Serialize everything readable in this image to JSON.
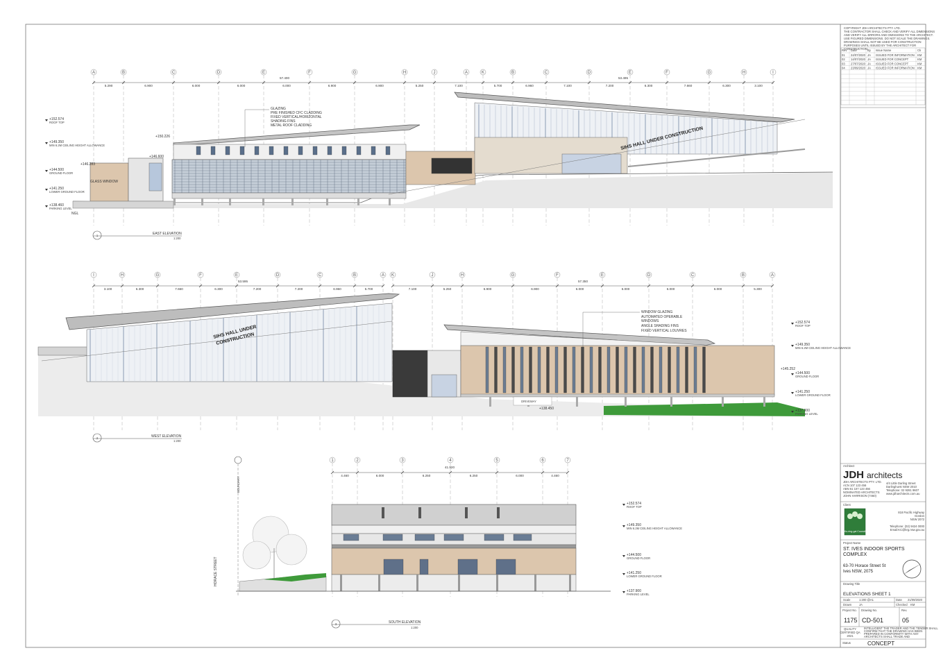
{
  "copyright": [
    "COPYRIGHT JDH ARCHITECTS PTY. LTD.",
    "THE CONTRACTOR SHALL CHECK AND VERIFY ALL DIMENSIONS",
    "AND VERIFY ALL ERRORS AND OMISSIONS TO THE ARCHITECT.",
    "USE FIGURED DIMENSIONS. DO NOT SCALE THE DRAWINGS.",
    "DRAWINGS SHALL NOT BE USED FOR CONSTRUCTION",
    "PURPOSES UNTIL ISSUED BY THE ARCHITECT FOR",
    "CONSTRUCTION."
  ],
  "revision_headers": [
    "Rev",
    "Date",
    "By",
    "Issue Name",
    "Ck"
  ],
  "revisions": [
    [
      "01",
      "24/07/2020",
      "JA",
      "ISSUED FOR INFORMATION",
      "KM"
    ],
    [
      "02",
      "14/07/2020",
      "JA",
      "ISSUED FOR CONCEPT",
      "KM"
    ],
    [
      "03",
      "27/07/2020",
      "JA",
      "ISSUED FOR CONCEPT",
      "KM"
    ],
    [
      "04",
      "23/09/2020",
      "JA",
      "ISSUED FOR INFORMATION",
      "KM"
    ]
  ],
  "east": {
    "grids": [
      "A",
      "B",
      "C",
      "D",
      "E",
      "F",
      "G",
      "H",
      "J",
      "A",
      "K",
      "B",
      "C",
      "D",
      "E",
      "F",
      "G",
      "H",
      "I"
    ],
    "dims": [
      "5.290",
      "6.900",
      "6.000",
      "6.000",
      "6.000",
      "6.900",
      "6.900",
      "5.250",
      "7.100",
      "5.700",
      "6.960",
      "7.100",
      "7.200",
      "6.300",
      "7.660",
      "6.300",
      "3.100"
    ],
    "total_left": "57.400",
    "total_right": "53.495",
    "levels": [
      {
        "value": "+152.574",
        "label": "ROOF TOP"
      },
      {
        "value": "+149.350",
        "label": "MIN 6.2M CEILING HEIGHT ALLOWANCE"
      },
      {
        "value": "+144.500",
        "label": "GROUND FLOOR"
      },
      {
        "value": "+141.250",
        "label": "LOWER GROUND FLOOR"
      },
      {
        "value": "+138.460",
        "label": "PARKING LEVEL"
      }
    ],
    "spot_levels": [
      "+150.226",
      "+146.600",
      "+146.283"
    ],
    "notes": [
      "GLAZING",
      "PRE FINISHED CFC CLADDING",
      "FIXED VERTICAL/HORIZONTAL",
      "SHADING FINS",
      "METAL ROOF CLADDING"
    ],
    "label_glass": "GLASS WINDOW",
    "label_ngl": "NGL",
    "hall": "SIHS HALL UNDER CONSTRUCTION",
    "title": "EAST ELEVATION",
    "scale": "1:200",
    "num": "1"
  },
  "west": {
    "grids_left": [
      "I",
      "H",
      "G",
      "F",
      "E",
      "D",
      "C",
      "B",
      "A"
    ],
    "dims_left": [
      "3.100",
      "6.300",
      "7.660",
      "6.300",
      "7.200",
      "7.200",
      "6.960",
      "5.700"
    ],
    "total_left": "53.595",
    "grids_right": [
      "K",
      "J",
      "H",
      "G",
      "F",
      "E",
      "D",
      "C",
      "B",
      "A"
    ],
    "dims_right": [
      "7.100",
      "5.250",
      "6.900",
      "6.900",
      "6.000",
      "6.000",
      "6.000",
      "6.000",
      "5.300"
    ],
    "total_right": "57.350",
    "notes": [
      "WINDOW GLAZING",
      "AUTOMATED OPERABLE",
      "WINDOWS",
      "ANGLE SHADING FINS",
      "FIXED VERTICAL LOUVRES"
    ],
    "levels": [
      {
        "value": "+152.574",
        "label": "ROOF TOP"
      },
      {
        "value": "+149.350",
        "label": "MIN 6.2M CEILING HEIGHT ALLOWANCE"
      },
      {
        "value": "+144.500",
        "label": "GROUND FLOOR"
      },
      {
        "value": "+141.250",
        "label": "LOWER GROUND FLOOR"
      },
      {
        "value": "+137.900",
        "label": "PARKING LEVEL"
      }
    ],
    "spot_levels": [
      "+145.252",
      "+138.450"
    ],
    "driveway": "DRIVEWAY",
    "hall": [
      "SIHS HALL UNDER",
      "CONSTRUCTION"
    ],
    "title": "WEST ELEVATION",
    "scale": "1:200",
    "num": "2"
  },
  "south": {
    "grids": [
      "1",
      "2",
      "3",
      "4",
      "5",
      "6",
      "7"
    ],
    "dims": [
      "4.460",
      "6.000",
      "6.250",
      "6.250",
      "6.000",
      "4.460"
    ],
    "total": "41.920",
    "boundary": "BOUNDARY",
    "street": "HORACE STREET",
    "levels": [
      {
        "value": "+152.574",
        "label": "ROOF TOP"
      },
      {
        "value": "+149.350",
        "label": "MIN 6.2M CEILING HEIGHT ALLOWANCE"
      },
      {
        "value": "+144.500",
        "label": "GROUND FLOOR"
      },
      {
        "value": "+141.250",
        "label": "LOWER GROUND FLOOR"
      },
      {
        "value": "+137.900",
        "label": "PARKING LEVEL"
      }
    ],
    "title": "SOUTH ELEVATION",
    "scale": "1:200",
    "num": "3"
  },
  "architect": {
    "label": "Architect",
    "logo_bold": "JDH",
    "logo_rest": "architects",
    "company": [
      "JDH ARCHITECTS PTY. LTD.",
      "ACN 107 123 456",
      "ABN 61 107 123 456",
      "NOMINATED ARCHITECTS",
      "JOHN HARRISON (7460)"
    ],
    "address": [
      "4/4 Little Darling Street",
      "Darlinghurst NSW 2010",
      "Telephone: 02 9281 9607",
      "www.jdharchitects.com.au"
    ]
  },
  "client": {
    "label": "Client",
    "org": "Ku-ring-gai Council",
    "address": [
      "818 Pacific Highway",
      "Gordon",
      "NSW 2072"
    ],
    "contact": [
      "Telephone: (02) 9424 0000",
      "Email:KC@krg.nsw.gov.au"
    ]
  },
  "project": {
    "label": "Project Name",
    "name": [
      "ST. IVES INDOOR SPORTS",
      "COMPLEX"
    ],
    "address": [
      "63-70 Horace Street St",
      "Ives NSW, 2075"
    ]
  },
  "drawing": {
    "label": "Drawing Title",
    "title": "ELEVATIONS SHEET 1",
    "scale_label": "Scale",
    "scale": "1:200 @A1",
    "date_label": "Date",
    "date": "21/09/2020",
    "drawn_label": "Drawn",
    "drawn": "JA",
    "checked_label": "Checked",
    "checked": "KM",
    "proj_no_label": "Project No.",
    "proj_no": "1175",
    "dwg_no_label": "Drawing No.",
    "dwg_no": "CD-501",
    "rev_label": "Rev.",
    "rev": "05",
    "quality": [
      "QUALITY",
      "CERTIFIED QA",
      "2021"
    ],
    "quality_note": [
      "INTELLIGENT THE TRADER AND THE TENDER SHALL",
      "CONFIRM THAT THE DRAWING HAS BEEN",
      "PREPARED IN CONFORMITY WITH ANY",
      "ARCHITECTS SHALL TRADE AND"
    ],
    "status_label": "Status",
    "status": "CONCEPT"
  },
  "colors": {
    "line": "#555555",
    "roof": "#bdbdbd",
    "cladding": "#dcc6ad",
    "glass": "#c8d3e3",
    "grass": "#3e9a3a",
    "dark": "#333333"
  }
}
